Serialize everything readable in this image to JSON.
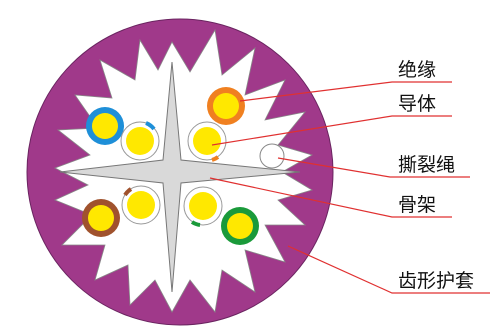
{
  "labels": {
    "insulation": "绝缘",
    "conductor": "导体",
    "ripcord": "撕裂绳",
    "skeleton": "骨架",
    "toothed_sheath": "齿形护套"
  },
  "colors": {
    "sheath": "#A0398A",
    "skeleton": "#D9D9D9",
    "conductor": "#FFE800",
    "leader_line": "#E03030",
    "pair_blue": "#1E8FD8",
    "pair_orange": "#F08020",
    "pair_brown": "#A0522D",
    "pair_green": "#1A9A3A"
  }
}
